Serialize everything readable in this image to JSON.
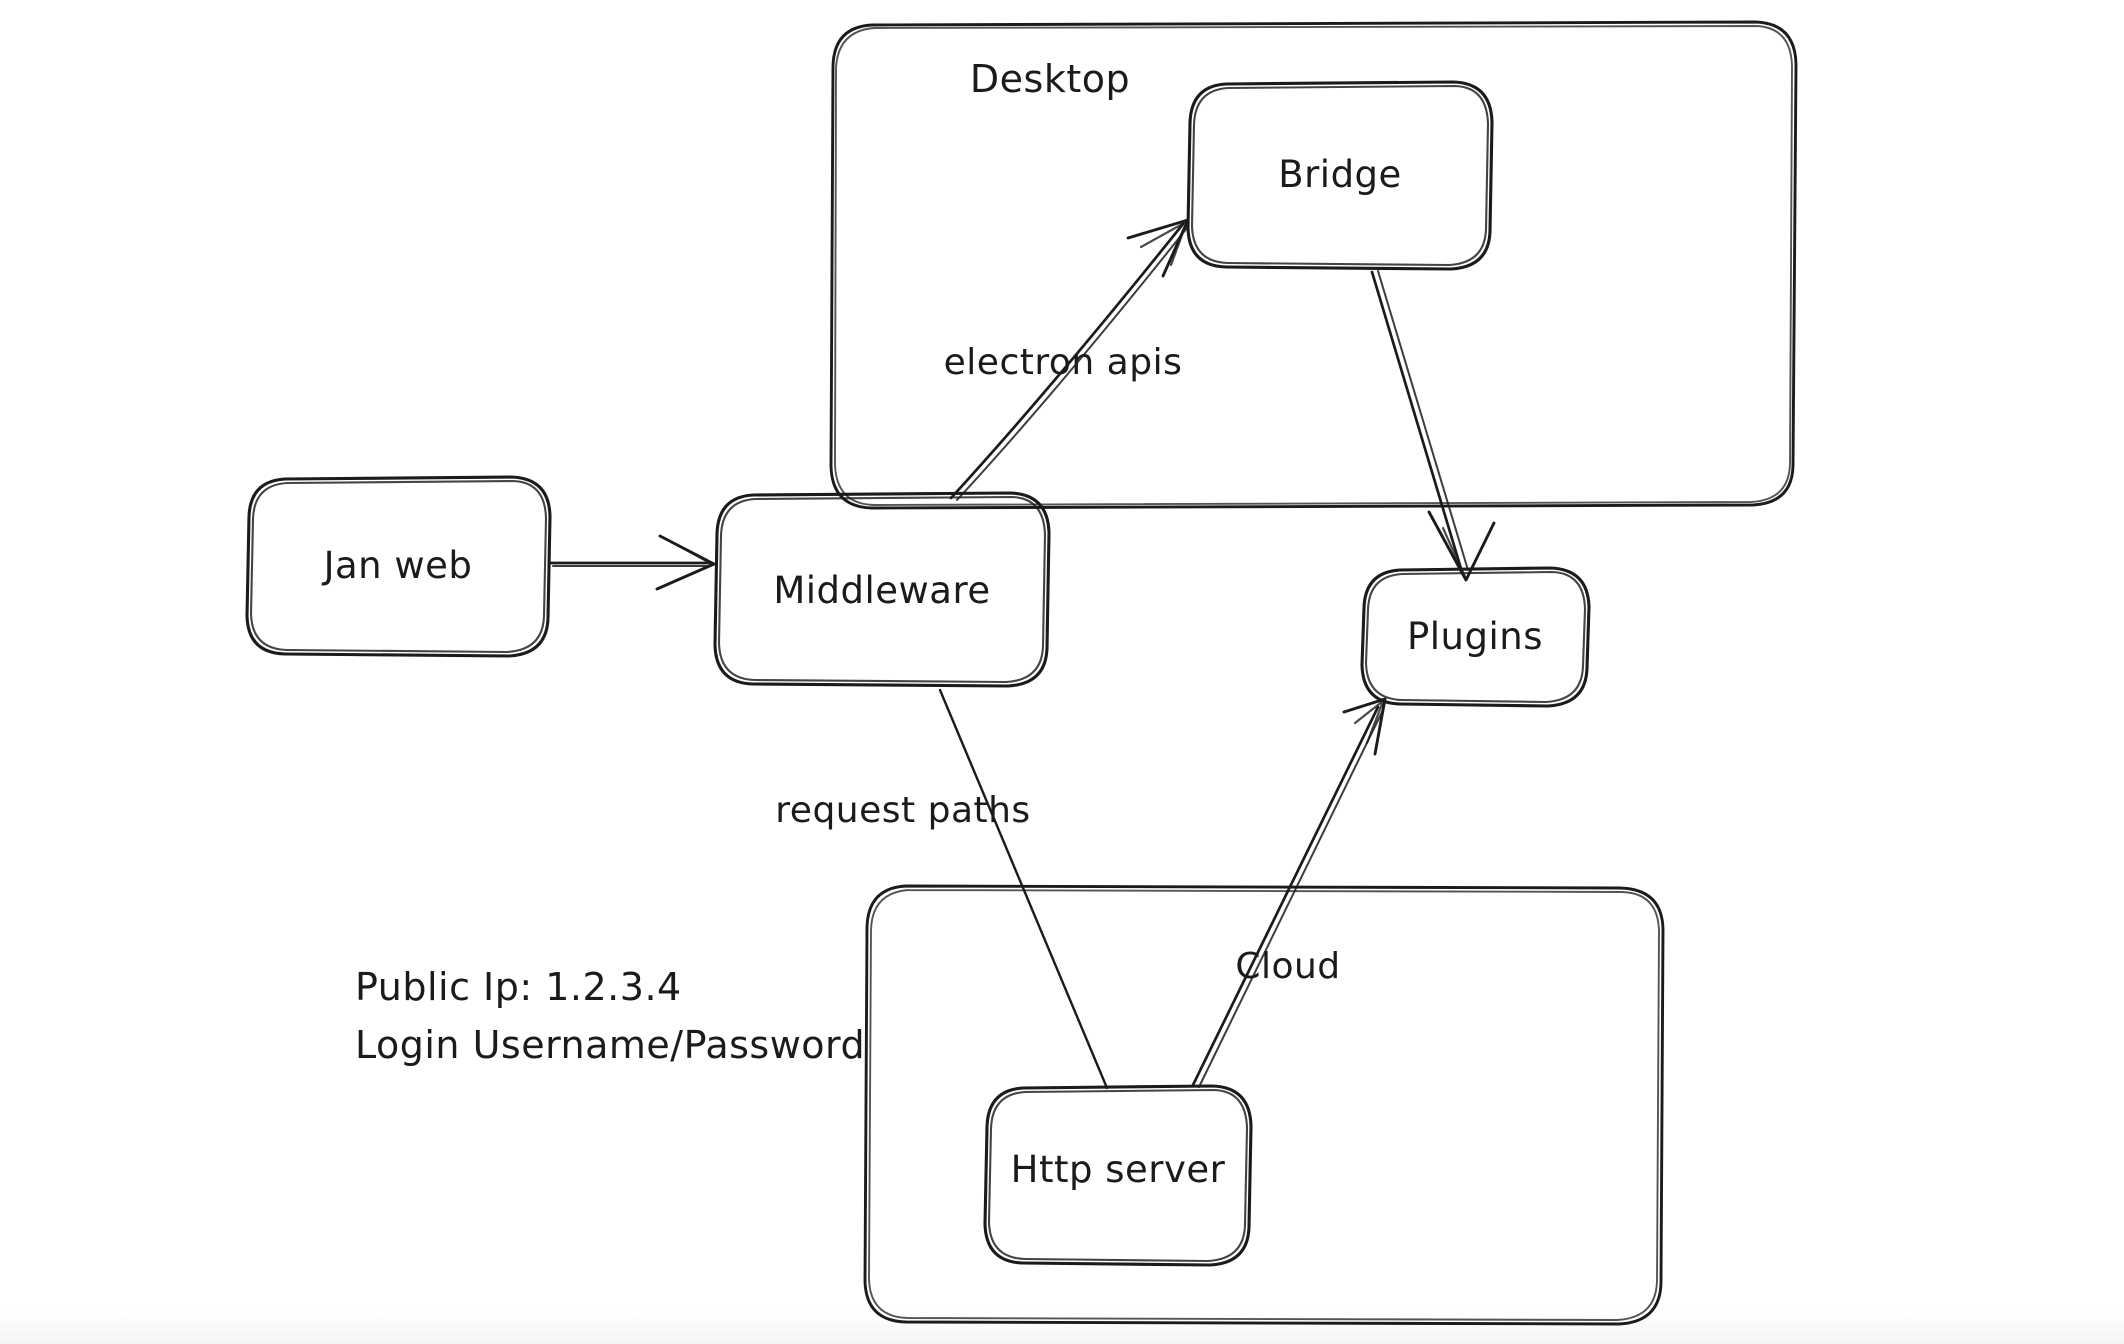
{
  "diagram": {
    "title": "Jan architecture sketch",
    "style": "hand-drawn excalidraw",
    "background_color": "#ffffff",
    "stroke_color": "#1b1b1b"
  },
  "groups": [
    {
      "id": "desktop",
      "label": "Desktop",
      "label_visible": true
    },
    {
      "id": "cloud-region",
      "label": "",
      "label_visible": false
    }
  ],
  "nodes": [
    {
      "id": "jan-web",
      "label": "Jan web"
    },
    {
      "id": "middleware",
      "label": "Middleware"
    },
    {
      "id": "bridge",
      "label": "Bridge"
    },
    {
      "id": "plugins",
      "label": "Plugins"
    },
    {
      "id": "http-server",
      "label": "Http server"
    }
  ],
  "edges": [
    {
      "id": "janweb-to-middleware",
      "from": "jan-web",
      "to": "middleware",
      "label": ""
    },
    {
      "id": "middleware-to-bridge",
      "from": "middleware",
      "to": "bridge",
      "label": "electron apis"
    },
    {
      "id": "bridge-to-plugins",
      "from": "bridge",
      "to": "plugins",
      "label": ""
    },
    {
      "id": "middleware-to-http",
      "from": "middleware",
      "to": "http-server",
      "label": "request paths"
    },
    {
      "id": "http-to-plugins",
      "from": "http-server",
      "to": "plugins",
      "label": "Cloud"
    }
  ],
  "edge_labels": {
    "electron_apis": "electron apis",
    "request_paths": "request paths",
    "cloud": "Cloud"
  },
  "notes": {
    "public_ip": "Public Ip: 1.2.3.4",
    "login": "Login Username/Password"
  }
}
